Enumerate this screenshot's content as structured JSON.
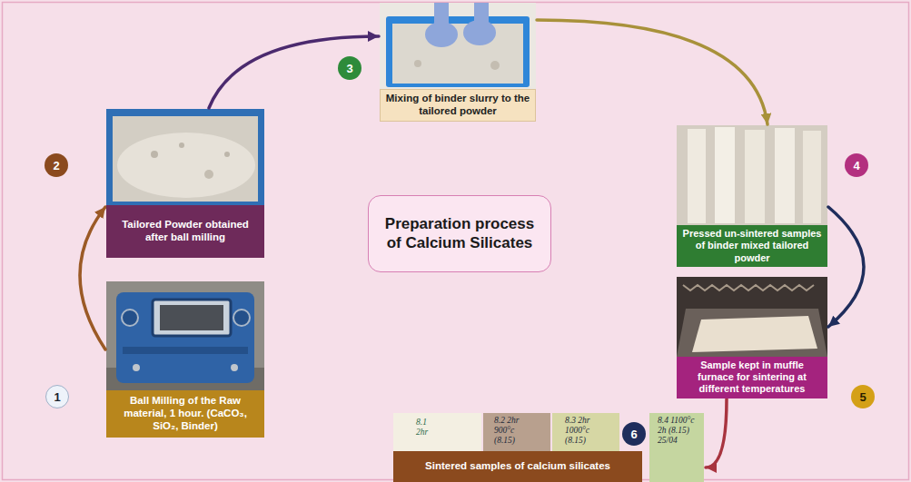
{
  "diagram": {
    "title": "Preparation process of Calcium Silicates",
    "nodes": [
      {
        "text": [
          "Ball Milling of the Raw material, 1 hour. (CaCO₃, SiO₂, Binder)"
        ]
      },
      {
        "text": [
          "Tailored Powder obtained after ball milling"
        ]
      },
      {
        "text": [
          "Mixing of binder slurry to the tailored powder"
        ]
      },
      {
        "text": [
          "Pressed un-sintered samples of binder mixed tailored powder"
        ]
      },
      {
        "text": [
          "Sample kept in muffle furnace for sintering at different temperatures"
        ]
      },
      {
        "text": [
          "Sintered samples of calcium silicates"
        ]
      }
    ],
    "edges": [
      {
        "from": 0,
        "to": 1,
        "arrow": "to"
      },
      {
        "from": 1,
        "to": 2,
        "arrow": "to"
      },
      {
        "from": 2,
        "to": 3,
        "arrow": "to"
      },
      {
        "from": 3,
        "to": 4,
        "arrow": "to"
      },
      {
        "from": 4,
        "to": 5,
        "arrow": "to"
      }
    ],
    "labels": [
      "1",
      "2",
      "3",
      "4",
      "5",
      "6",
      "8.1 2hr",
      "8.2 2hr 900°c (8.15)",
      "8.3 2hr 1000°c (8.15)",
      "8.4 1100°c 2h (8.15) 25/04"
    ]
  }
}
